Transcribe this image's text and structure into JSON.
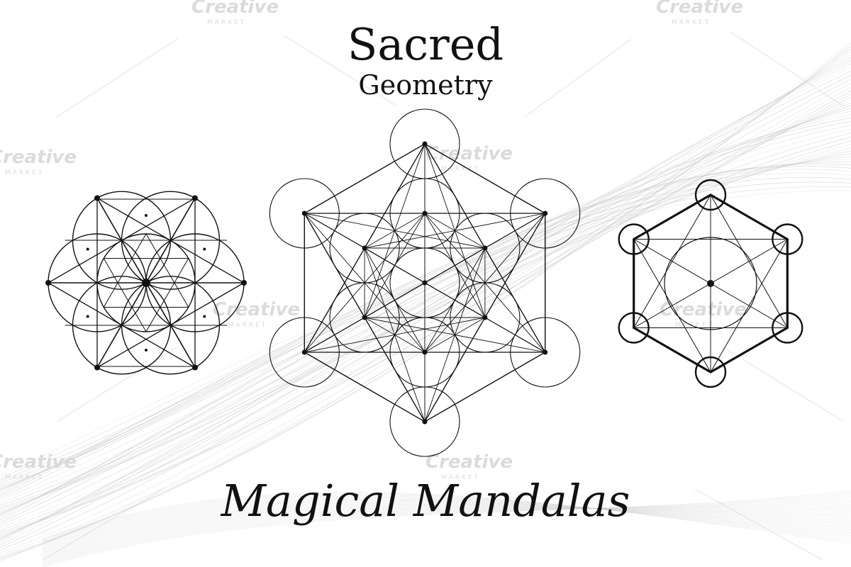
{
  "title": {
    "main": "Sacred",
    "sub": "Geometry"
  },
  "script_title": "Magical Mandalas",
  "watermark": {
    "brand": "Creative",
    "sub": "MARKET"
  },
  "colors": {
    "ink": "#111111",
    "wave": "#c8c8c8",
    "watermark": "#d8d8d8"
  },
  "illustrations": [
    {
      "name": "seed-of-life-mandala"
    },
    {
      "name": "metatrons-cube-mandala"
    },
    {
      "name": "hexagon-mandala"
    }
  ]
}
